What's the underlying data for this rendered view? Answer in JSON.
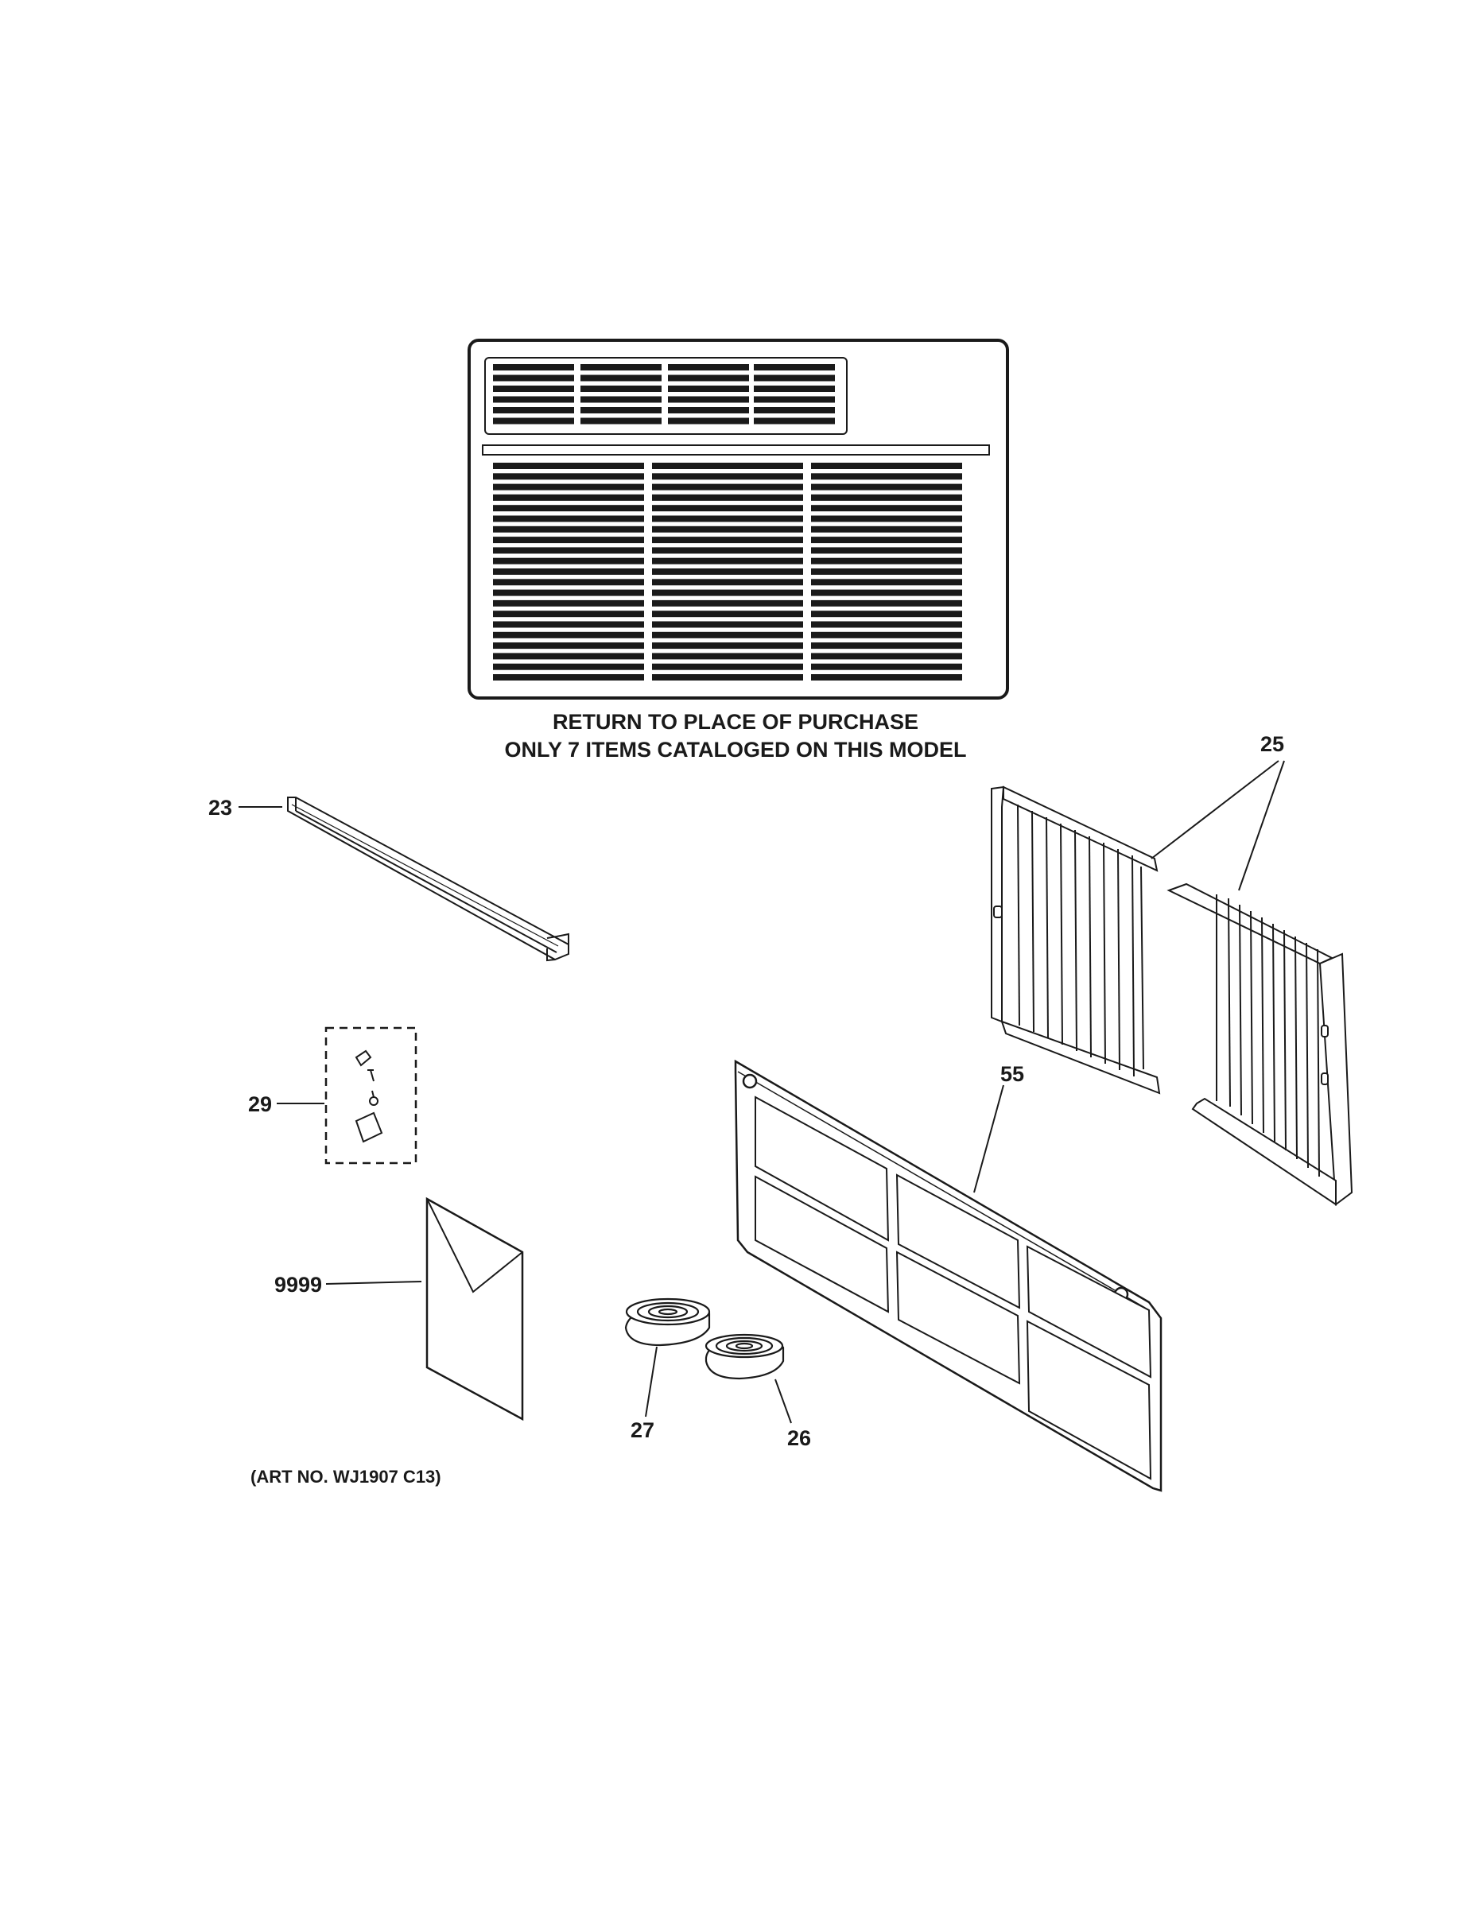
{
  "note": {
    "line1": "RETURN TO PLACE OF PURCHASE",
    "line2": "ONLY 7 ITEMS CATALOGED ON THIS MODEL"
  },
  "art_number": "(ART NO. WJ1907 C13)",
  "callouts": {
    "c23": "23",
    "c25": "25",
    "c29": "29",
    "c55": "55",
    "c9999": "9999",
    "c27": "27",
    "c26": "26"
  },
  "colors": {
    "line": "#1a1a1a",
    "background": "#ffffff"
  }
}
